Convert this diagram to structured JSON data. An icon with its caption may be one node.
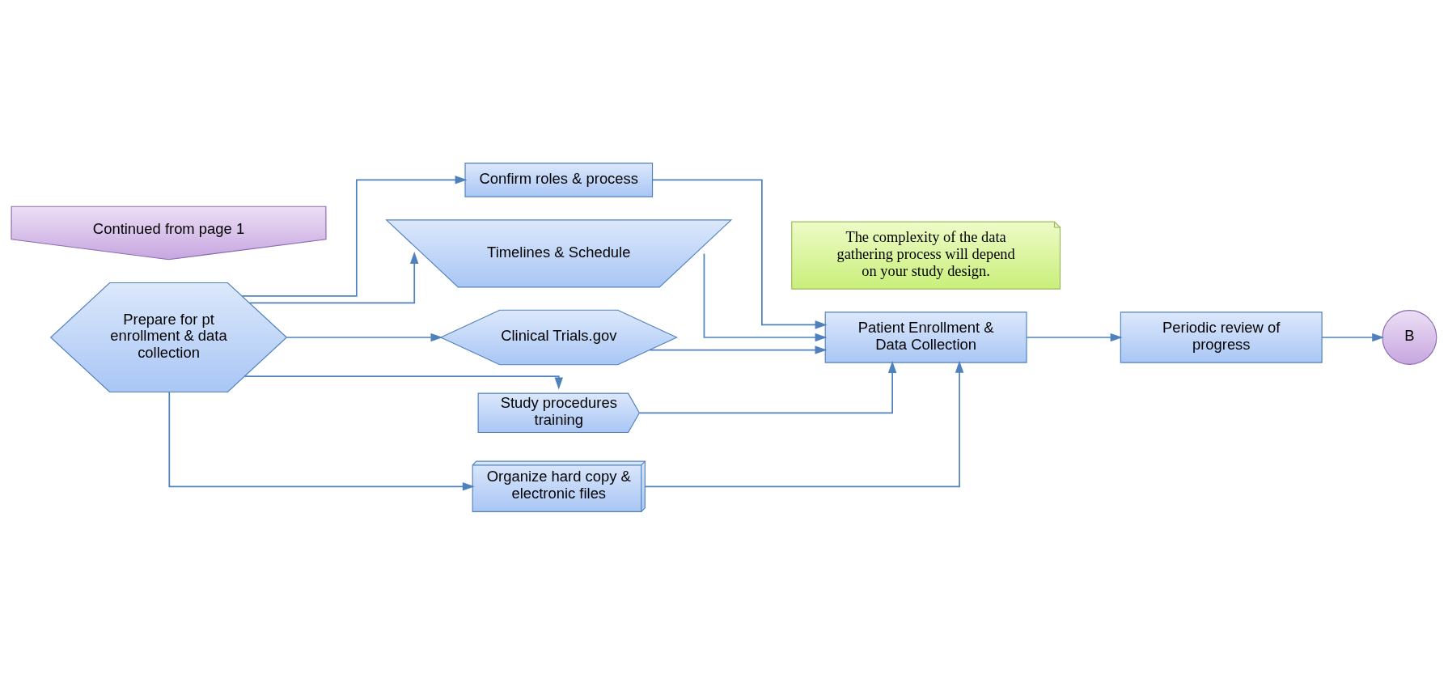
{
  "diagram": {
    "nodes": [
      {
        "text": [
          "Continued from page 1"
        ]
      },
      {
        "text": [
          "Prepare for pt enrollment & data collection"
        ]
      },
      {
        "text": [
          "Confirm roles & process"
        ]
      },
      {
        "text": [
          "Timelines & Schedule"
        ]
      },
      {
        "text": [
          "Clinical Trials.gov"
        ]
      },
      {
        "text": [
          "Study procedures training"
        ]
      },
      {
        "text": [
          "Organize hard copy & electronic files"
        ]
      },
      {
        "text": [
          "Patient Enrollment & Data Collection"
        ]
      },
      {
        "text": [
          "Periodic review of progress"
        ]
      },
      {
        "text": [
          "B"
        ]
      },
      {
        "text": [
          "The complexity of the data gathering process will depend on your study design."
        ]
      }
    ],
    "edges": [
      {
        "from": 1,
        "to": 2,
        "arrow": "to"
      },
      {
        "from": 1,
        "to": 3,
        "arrow": "to"
      },
      {
        "from": 1,
        "to": 4,
        "arrow": "to"
      },
      {
        "from": 1,
        "to": 5,
        "arrow": "to"
      },
      {
        "from": 1,
        "to": 6,
        "arrow": "to"
      },
      {
        "from": 2,
        "to": 7,
        "arrow": "to"
      },
      {
        "from": 3,
        "to": 7,
        "arrow": "to"
      },
      {
        "from": 4,
        "to": 7,
        "arrow": "to"
      },
      {
        "from": 5,
        "to": 7,
        "arrow": "to"
      },
      {
        "from": 6,
        "to": 7,
        "arrow": "to"
      },
      {
        "from": 7,
        "to": 8,
        "arrow": "to"
      },
      {
        "from": 8,
        "to": 9,
        "arrow": "to"
      }
    ]
  }
}
